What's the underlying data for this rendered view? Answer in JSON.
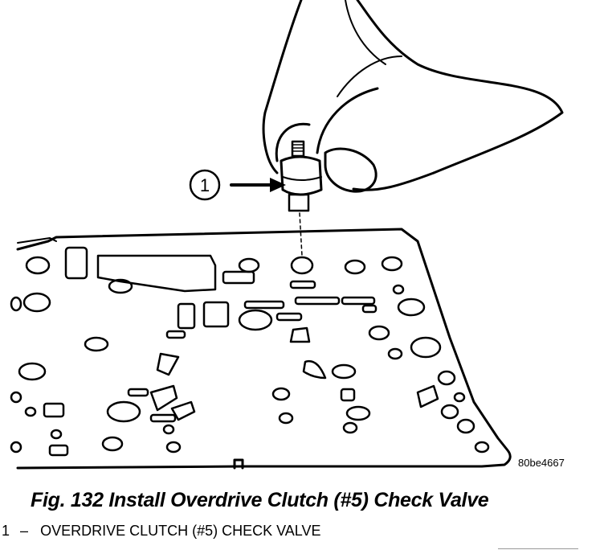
{
  "figure": {
    "callout_number": "1",
    "image_code": "80be4667"
  },
  "caption": {
    "text": "Fig. 132 Install Overdrive Clutch (#5) Check Valve"
  },
  "legend": {
    "items": [
      {
        "number": "1",
        "separator": "–",
        "label": "OVERDRIVE CLUTCH (#5) CHECK VALVE"
      }
    ]
  }
}
